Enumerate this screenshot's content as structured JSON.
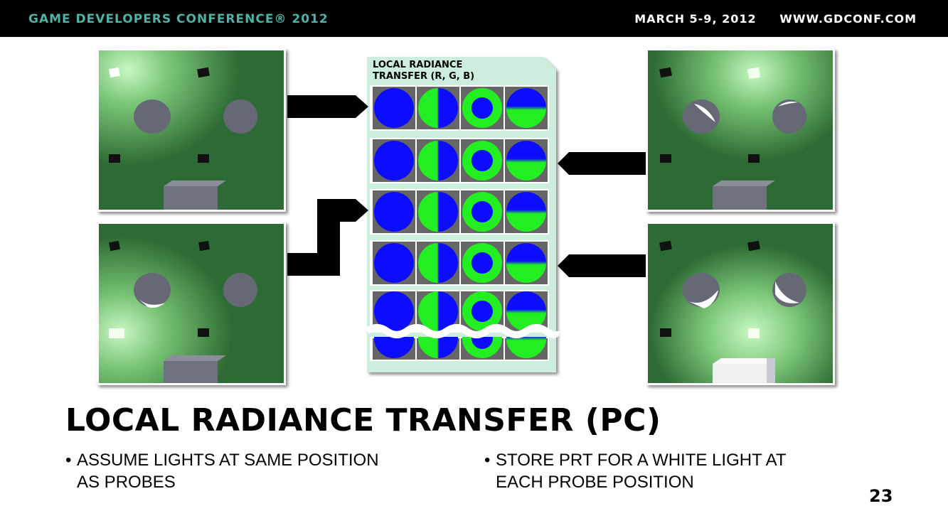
{
  "header": {
    "conference": "GAME DEVELOPERS CONFERENCE® 2012",
    "dates": "MARCH 5-9, 2012",
    "website": "WWW.GDCONF.COM"
  },
  "diagram": {
    "panel_label_line1": "LOCAL RADIANCE",
    "panel_label_line2": "TRANSFER (R, G, B)",
    "colors": {
      "scene_bg": "#2e6b34",
      "light_glow": "#b6f3b2",
      "basis_blue": "#0c0cff",
      "basis_green": "#22ee22",
      "panel_bg": "#cdeedd",
      "cell_bg": "#666666"
    }
  },
  "slide": {
    "title": "LOCAL RADIANCE TRANSFER (PC)",
    "bullet_left_1": "ASSUME LIGHTS AT SAME POSITION",
    "bullet_left_2": "AS PROBES",
    "bullet_right_1": "STORE PRT FOR A WHITE LIGHT AT",
    "bullet_right_2": "EACH PROBE POSITION",
    "page_number": "23"
  }
}
